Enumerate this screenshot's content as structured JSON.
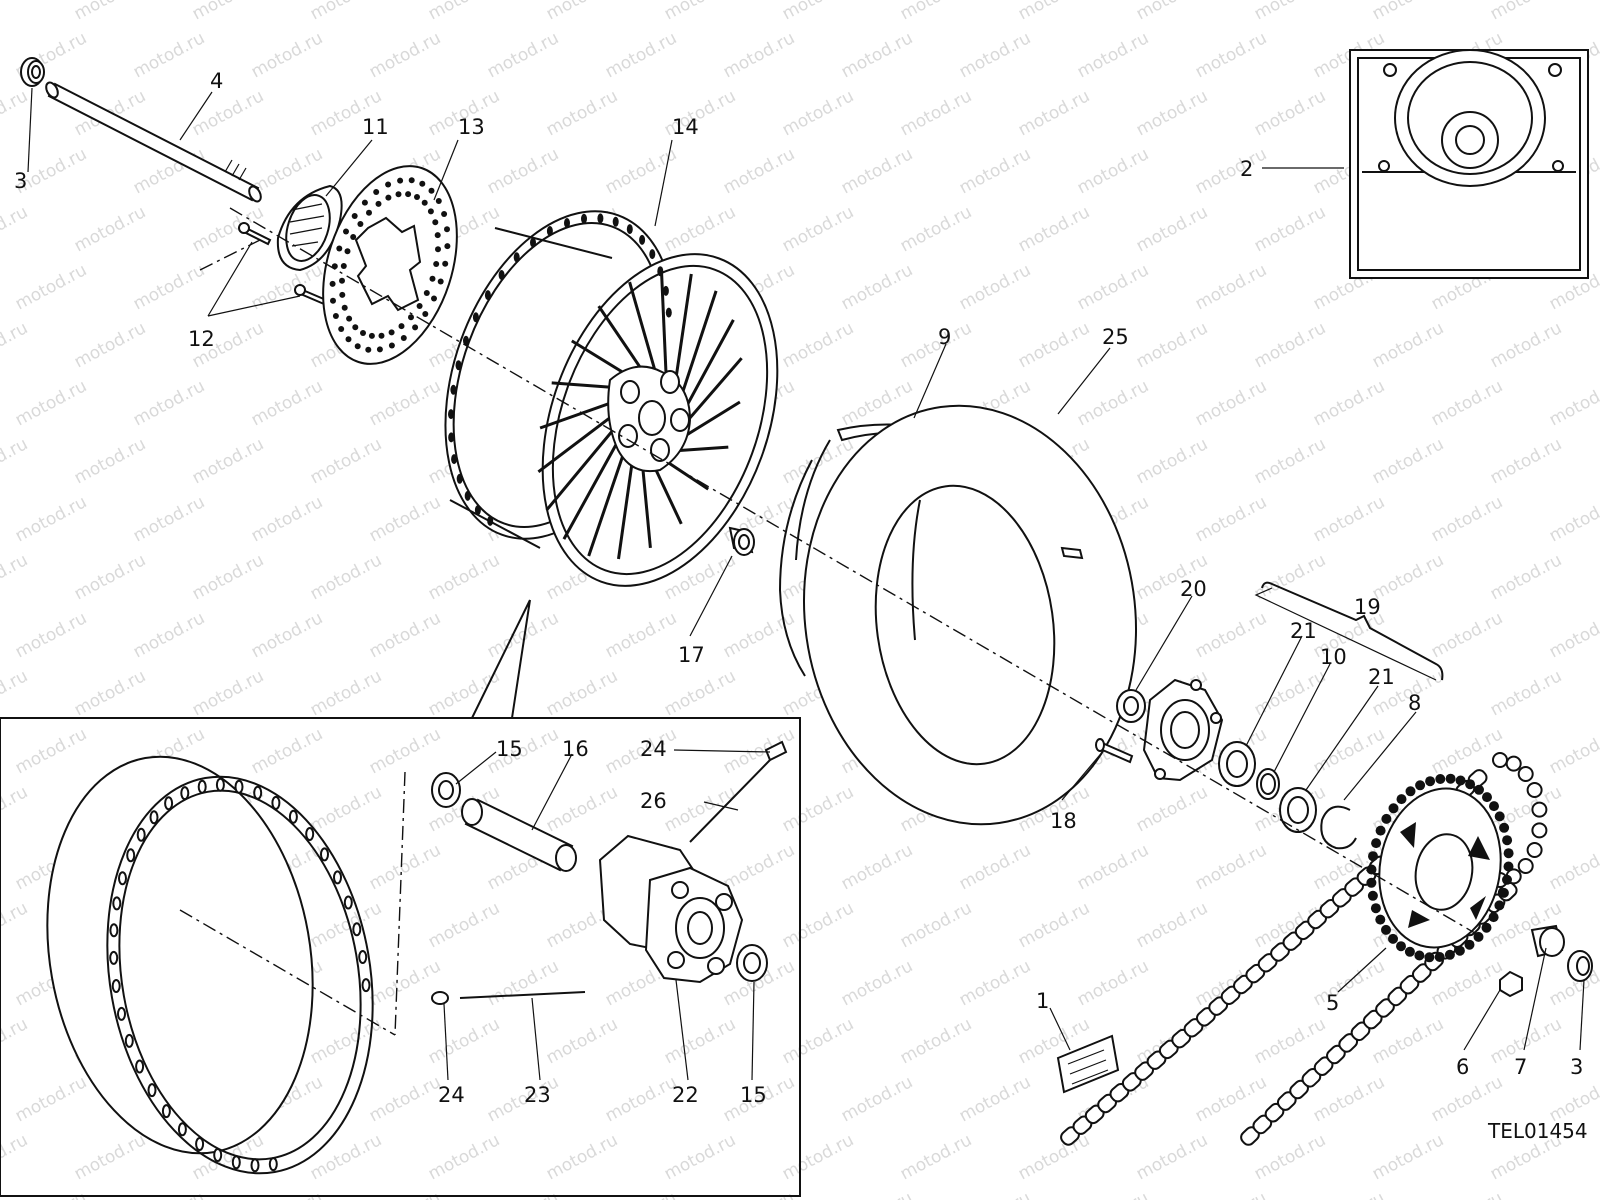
{
  "watermark": "motod.ru",
  "reference_code": "TEL01454",
  "callouts": [
    {
      "id": "c3a",
      "text": "3"
    },
    {
      "id": "c4",
      "text": "4"
    },
    {
      "id": "c11",
      "text": "11"
    },
    {
      "id": "c13",
      "text": "13"
    },
    {
      "id": "c14",
      "text": "14"
    },
    {
      "id": "c12",
      "text": "12"
    },
    {
      "id": "c2",
      "text": "2"
    },
    {
      "id": "c9",
      "text": "9"
    },
    {
      "id": "c25",
      "text": "25"
    },
    {
      "id": "c17",
      "text": "17"
    },
    {
      "id": "c20",
      "text": "20"
    },
    {
      "id": "c19",
      "text": "19"
    },
    {
      "id": "c21a",
      "text": "21"
    },
    {
      "id": "c10",
      "text": "10"
    },
    {
      "id": "c21b",
      "text": "21"
    },
    {
      "id": "c8",
      "text": "8"
    },
    {
      "id": "c18",
      "text": "18"
    },
    {
      "id": "c15a",
      "text": "15"
    },
    {
      "id": "c16",
      "text": "16"
    },
    {
      "id": "c24a",
      "text": "24"
    },
    {
      "id": "c26",
      "text": "26"
    },
    {
      "id": "c1",
      "text": "1"
    },
    {
      "id": "c5",
      "text": "5"
    },
    {
      "id": "c6",
      "text": "6"
    },
    {
      "id": "c7",
      "text": "7"
    },
    {
      "id": "c3b",
      "text": "3"
    },
    {
      "id": "c24b",
      "text": "24"
    },
    {
      "id": "c23",
      "text": "23"
    },
    {
      "id": "c22",
      "text": "22"
    },
    {
      "id": "c15b",
      "text": "15"
    }
  ]
}
